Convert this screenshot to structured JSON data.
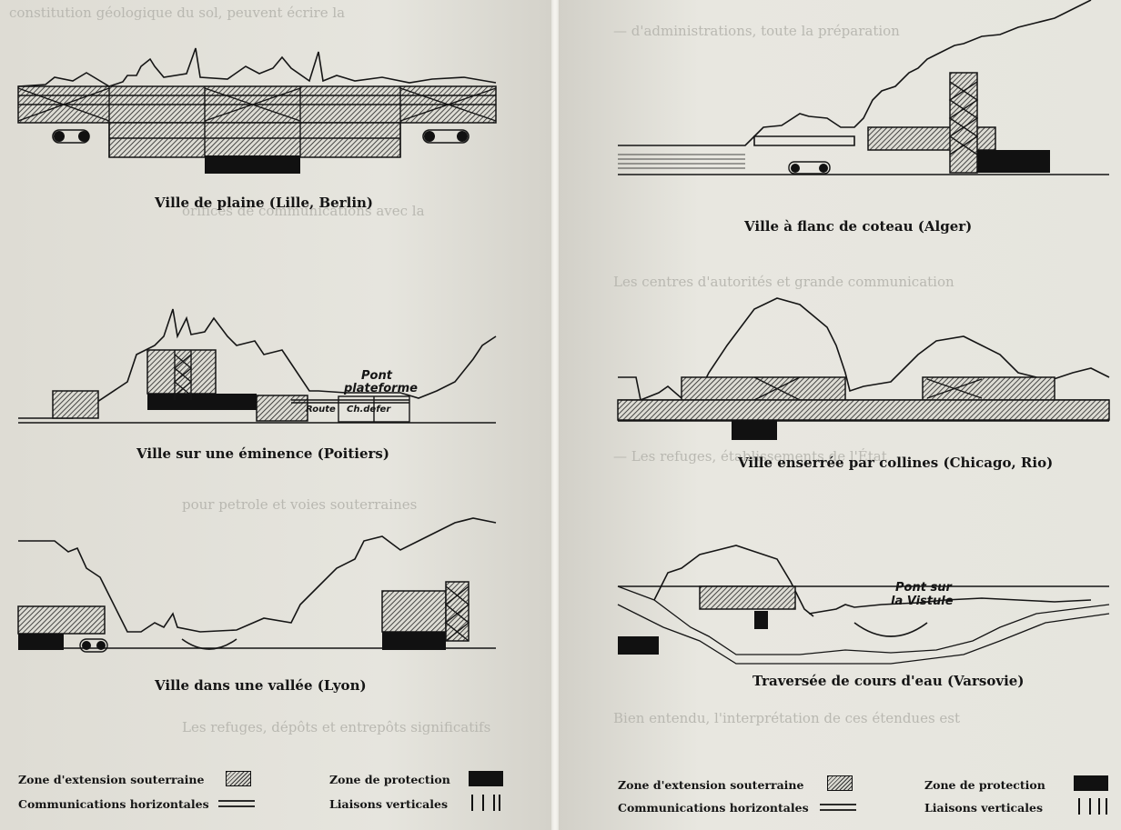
{
  "figures": {
    "plaine": {
      "caption": "Ville de plaine (Lille, Berlin)"
    },
    "eminence": {
      "caption": "Ville sur une éminence (Poitiers)",
      "label_pont": "Pont",
      "label_plateforme": "plateforme",
      "label_route": "Route",
      "label_chdefer": "Ch.defer"
    },
    "vallee": {
      "caption": "Ville dans une vallée (Lyon)"
    },
    "coteau": {
      "caption": "Ville à flanc de coteau (Alger)"
    },
    "collines": {
      "caption": "Ville enserrée par collines (Chicago, Rio)"
    },
    "cours": {
      "caption": "Traversée de cours d'eau (Varsovie)",
      "label_pont": "Pont sur",
      "label_vistule": "la Vistule"
    }
  },
  "legend_left": {
    "zone_extension": "Zone d'extension souterraine",
    "zone_protection": "Zone de protection",
    "communications": "Communications horizontales",
    "liaisons": "Liaisons verticales"
  },
  "legend_right": {
    "zone_extension": "Zone d'extension souterraine",
    "zone_protection": "Zone de protection",
    "communications": "Communications horizontales",
    "liaisons": "Liaisons verticales"
  },
  "colors": {
    "ink": "#151515",
    "paper": "#e4e3dc",
    "show_through": "#b9b8b1"
  }
}
